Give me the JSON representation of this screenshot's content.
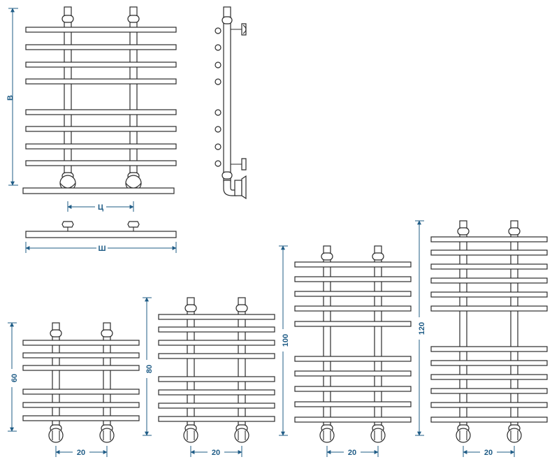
{
  "colors": {
    "dimension": "#1f5c86",
    "line": "#2b2b2b",
    "background": "#ffffff"
  },
  "labels": {
    "height_letter": "В",
    "center_letter": "Ц",
    "width_letter": "Ш"
  },
  "models": [
    {
      "height_label": "60",
      "center_label": "20"
    },
    {
      "height_label": "80",
      "center_label": "20"
    },
    {
      "height_label": "100",
      "center_label": "20"
    },
    {
      "height_label": "120",
      "center_label": "20"
    }
  ]
}
